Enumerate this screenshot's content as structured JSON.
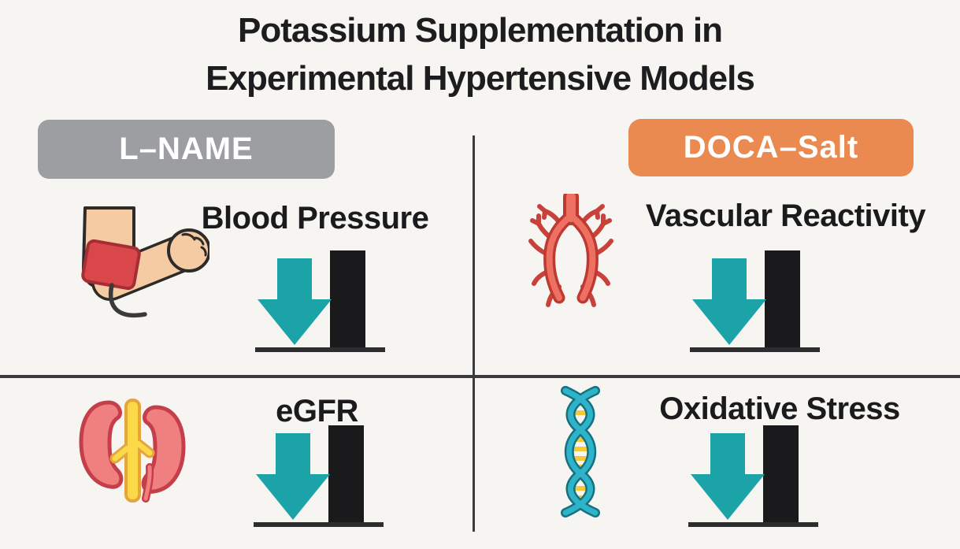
{
  "title": {
    "line1": "Potassium Supplementation in",
    "line2": "Experimental Hypertensive Models"
  },
  "models": [
    {
      "name": "L–NAME",
      "badge_color": "#9d9ea1"
    },
    {
      "name": "DOCA–Salt",
      "badge_color": "#ea8a50"
    }
  ],
  "quadrants": [
    {
      "model": "L–NAME",
      "outcome": "Blood Pressure",
      "icon": "blood-pressure-cuff-icon",
      "effect": "decrease"
    },
    {
      "model": "DOCA–Salt",
      "outcome": "Vascular Reactivity",
      "icon": "artery-icon",
      "effect": "decrease"
    },
    {
      "model": "L–NAME",
      "outcome": "eGFR",
      "icon": "kidney-icon",
      "effect": "decrease"
    },
    {
      "model": "DOCA–Salt",
      "outcome": "Oxidative Stress",
      "icon": "dna-icon",
      "effect": "decrease"
    }
  ],
  "colors": {
    "background": "#f7f5f1",
    "text": "#1d1d1f",
    "arrow_teal": "#1ca3a8",
    "bar_black": "#1a1a1c",
    "baseline": "#2d2d2f",
    "divider": "#3b3b3d",
    "badge_gray": "#9d9ea1",
    "badge_orange": "#ea8a50"
  }
}
